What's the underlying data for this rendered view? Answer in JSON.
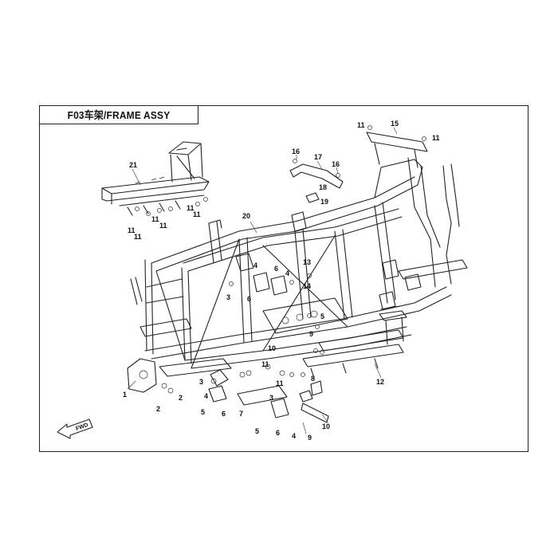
{
  "title": "F03车架/FRAME ASSY",
  "direction_badge": "FWD",
  "callouts": [
    {
      "id": "c21",
      "label": "21"
    },
    {
      "id": "c11a",
      "label": "11"
    },
    {
      "id": "c11b",
      "label": "11"
    },
    {
      "id": "c11c",
      "label": "11"
    },
    {
      "id": "c11d",
      "label": "11"
    },
    {
      "id": "c11e",
      "label": "11"
    },
    {
      "id": "c11f",
      "label": "11"
    },
    {
      "id": "c20",
      "label": "20"
    },
    {
      "id": "c16a",
      "label": "16"
    },
    {
      "id": "c17",
      "label": "17"
    },
    {
      "id": "c16b",
      "label": "16"
    },
    {
      "id": "c18",
      "label": "18"
    },
    {
      "id": "c19",
      "label": "19"
    },
    {
      "id": "c11g",
      "label": "11"
    },
    {
      "id": "c15",
      "label": "15"
    },
    {
      "id": "c11h",
      "label": "11"
    },
    {
      "id": "c4a",
      "label": "4"
    },
    {
      "id": "c6a",
      "label": "6"
    },
    {
      "id": "c4b",
      "label": "4"
    },
    {
      "id": "c3a",
      "label": "3"
    },
    {
      "id": "c6b",
      "label": "6"
    },
    {
      "id": "c13",
      "label": "13"
    },
    {
      "id": "c14",
      "label": "14"
    },
    {
      "id": "c5a",
      "label": "5"
    },
    {
      "id": "c9a",
      "label": "9"
    },
    {
      "id": "c10a",
      "label": "10"
    },
    {
      "id": "c12",
      "label": "12"
    },
    {
      "id": "c1",
      "label": "1"
    },
    {
      "id": "c2a",
      "label": "2"
    },
    {
      "id": "c2b",
      "label": "2"
    },
    {
      "id": "c3b",
      "label": "3"
    },
    {
      "id": "c4c",
      "label": "4"
    },
    {
      "id": "c5b",
      "label": "5"
    },
    {
      "id": "c6c",
      "label": "6"
    },
    {
      "id": "c7",
      "label": "7"
    },
    {
      "id": "c11i",
      "label": "11"
    },
    {
      "id": "c11j",
      "label": "11"
    },
    {
      "id": "c8",
      "label": "8"
    },
    {
      "id": "c3c",
      "label": "3"
    },
    {
      "id": "c5c",
      "label": "5"
    },
    {
      "id": "c6d",
      "label": "6"
    },
    {
      "id": "c4d",
      "label": "4"
    },
    {
      "id": "c9b",
      "label": "9"
    },
    {
      "id": "c10b",
      "label": "10"
    }
  ]
}
